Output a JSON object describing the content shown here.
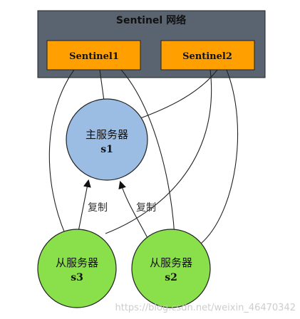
{
  "network": {
    "title": "Sentinel 网络",
    "sentinels": [
      {
        "label": "Sentinel1"
      },
      {
        "label": "Sentinel2"
      }
    ]
  },
  "master": {
    "line1": "主服务器",
    "line2": "s1"
  },
  "slaves": [
    {
      "line1": "从服务器",
      "line2": "s3"
    },
    {
      "line1": "从服务器",
      "line2": "s2"
    }
  ],
  "replication": {
    "left_label": "复制",
    "right_label": "复制"
  },
  "watermark": "https://blog.csdn.net/weixin_46470342",
  "colors": {
    "network_bg": "#5a6470",
    "sentinel_bg": "#ff9f00",
    "master_fill": "#9bbde3",
    "slave_fill": "#8ae04a",
    "line": "#222222"
  }
}
